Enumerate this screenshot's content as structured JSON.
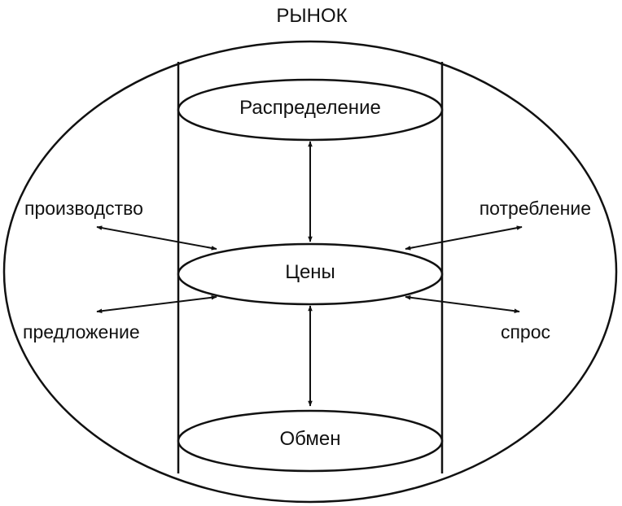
{
  "title": "РЫНОК",
  "nodes": {
    "distribution": "Распределение",
    "prices": "Цены",
    "exchange": "Обмен"
  },
  "side_labels": {
    "production": "производство",
    "supply": "предложение",
    "consumption": "потребление",
    "demand": "спрос"
  }
}
